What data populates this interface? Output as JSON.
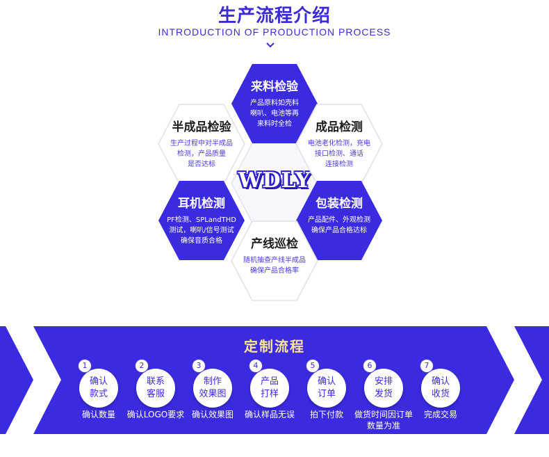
{
  "header": {
    "title": "生产流程介绍",
    "subtitle": "INTRODUCTION OF PRODUCTION PROCESS"
  },
  "logo": "WDLY",
  "hexagons": [
    {
      "title": "来料检验",
      "desc": [
        "产品原料如壳料",
        "喇叭、电池等再",
        "来料时全检"
      ],
      "style": "blue"
    },
    {
      "title": "半成品检验",
      "desc": [
        "生产过程中对半成品",
        "检测，产品质量",
        "是否达标"
      ],
      "style": "white"
    },
    {
      "title": "成品检测",
      "desc": [
        "电池老化检测，充电",
        "接口检测、通话",
        "连接检测"
      ],
      "style": "white"
    },
    {
      "title": "耳机检测",
      "desc": [
        "PF检测、SPLandTHD",
        "测试，喇叭/信号测试",
        "确保音质合格"
      ],
      "style": "blue"
    },
    {
      "title": "包装检测",
      "desc": [
        "产品配件、外观检测",
        "确保产品合格达标"
      ],
      "style": "blue"
    },
    {
      "title": "产线巡检",
      "desc": [
        "随机抽查产线半成品",
        "确保产品合格率"
      ],
      "style": "white"
    }
  ],
  "custom_flow": {
    "title": "定制流程",
    "steps": [
      {
        "num": "1",
        "label": [
          "确认",
          "款式"
        ],
        "caption": [
          "确认数量"
        ]
      },
      {
        "num": "2",
        "label": [
          "联系",
          "客服"
        ],
        "caption": [
          "确认LOGO要求"
        ]
      },
      {
        "num": "3",
        "label": [
          "制作",
          "效果图"
        ],
        "caption": [
          "确认效果图"
        ]
      },
      {
        "num": "4",
        "label": [
          "产品",
          "打样"
        ],
        "caption": [
          "确认样品无误"
        ]
      },
      {
        "num": "5",
        "label": [
          "确认",
          "订单"
        ],
        "caption": [
          "拍下付款"
        ]
      },
      {
        "num": "6",
        "label": [
          "安排",
          "发货"
        ],
        "caption": [
          "做货时间因订单",
          "数量为准"
        ]
      },
      {
        "num": "7",
        "label": [
          "确认",
          "收货"
        ],
        "caption": [
          "完成交易"
        ]
      }
    ]
  },
  "colors": {
    "accent": "#3b2bd6",
    "band": "#3a2be0",
    "title_gold": "#ffe39a"
  }
}
